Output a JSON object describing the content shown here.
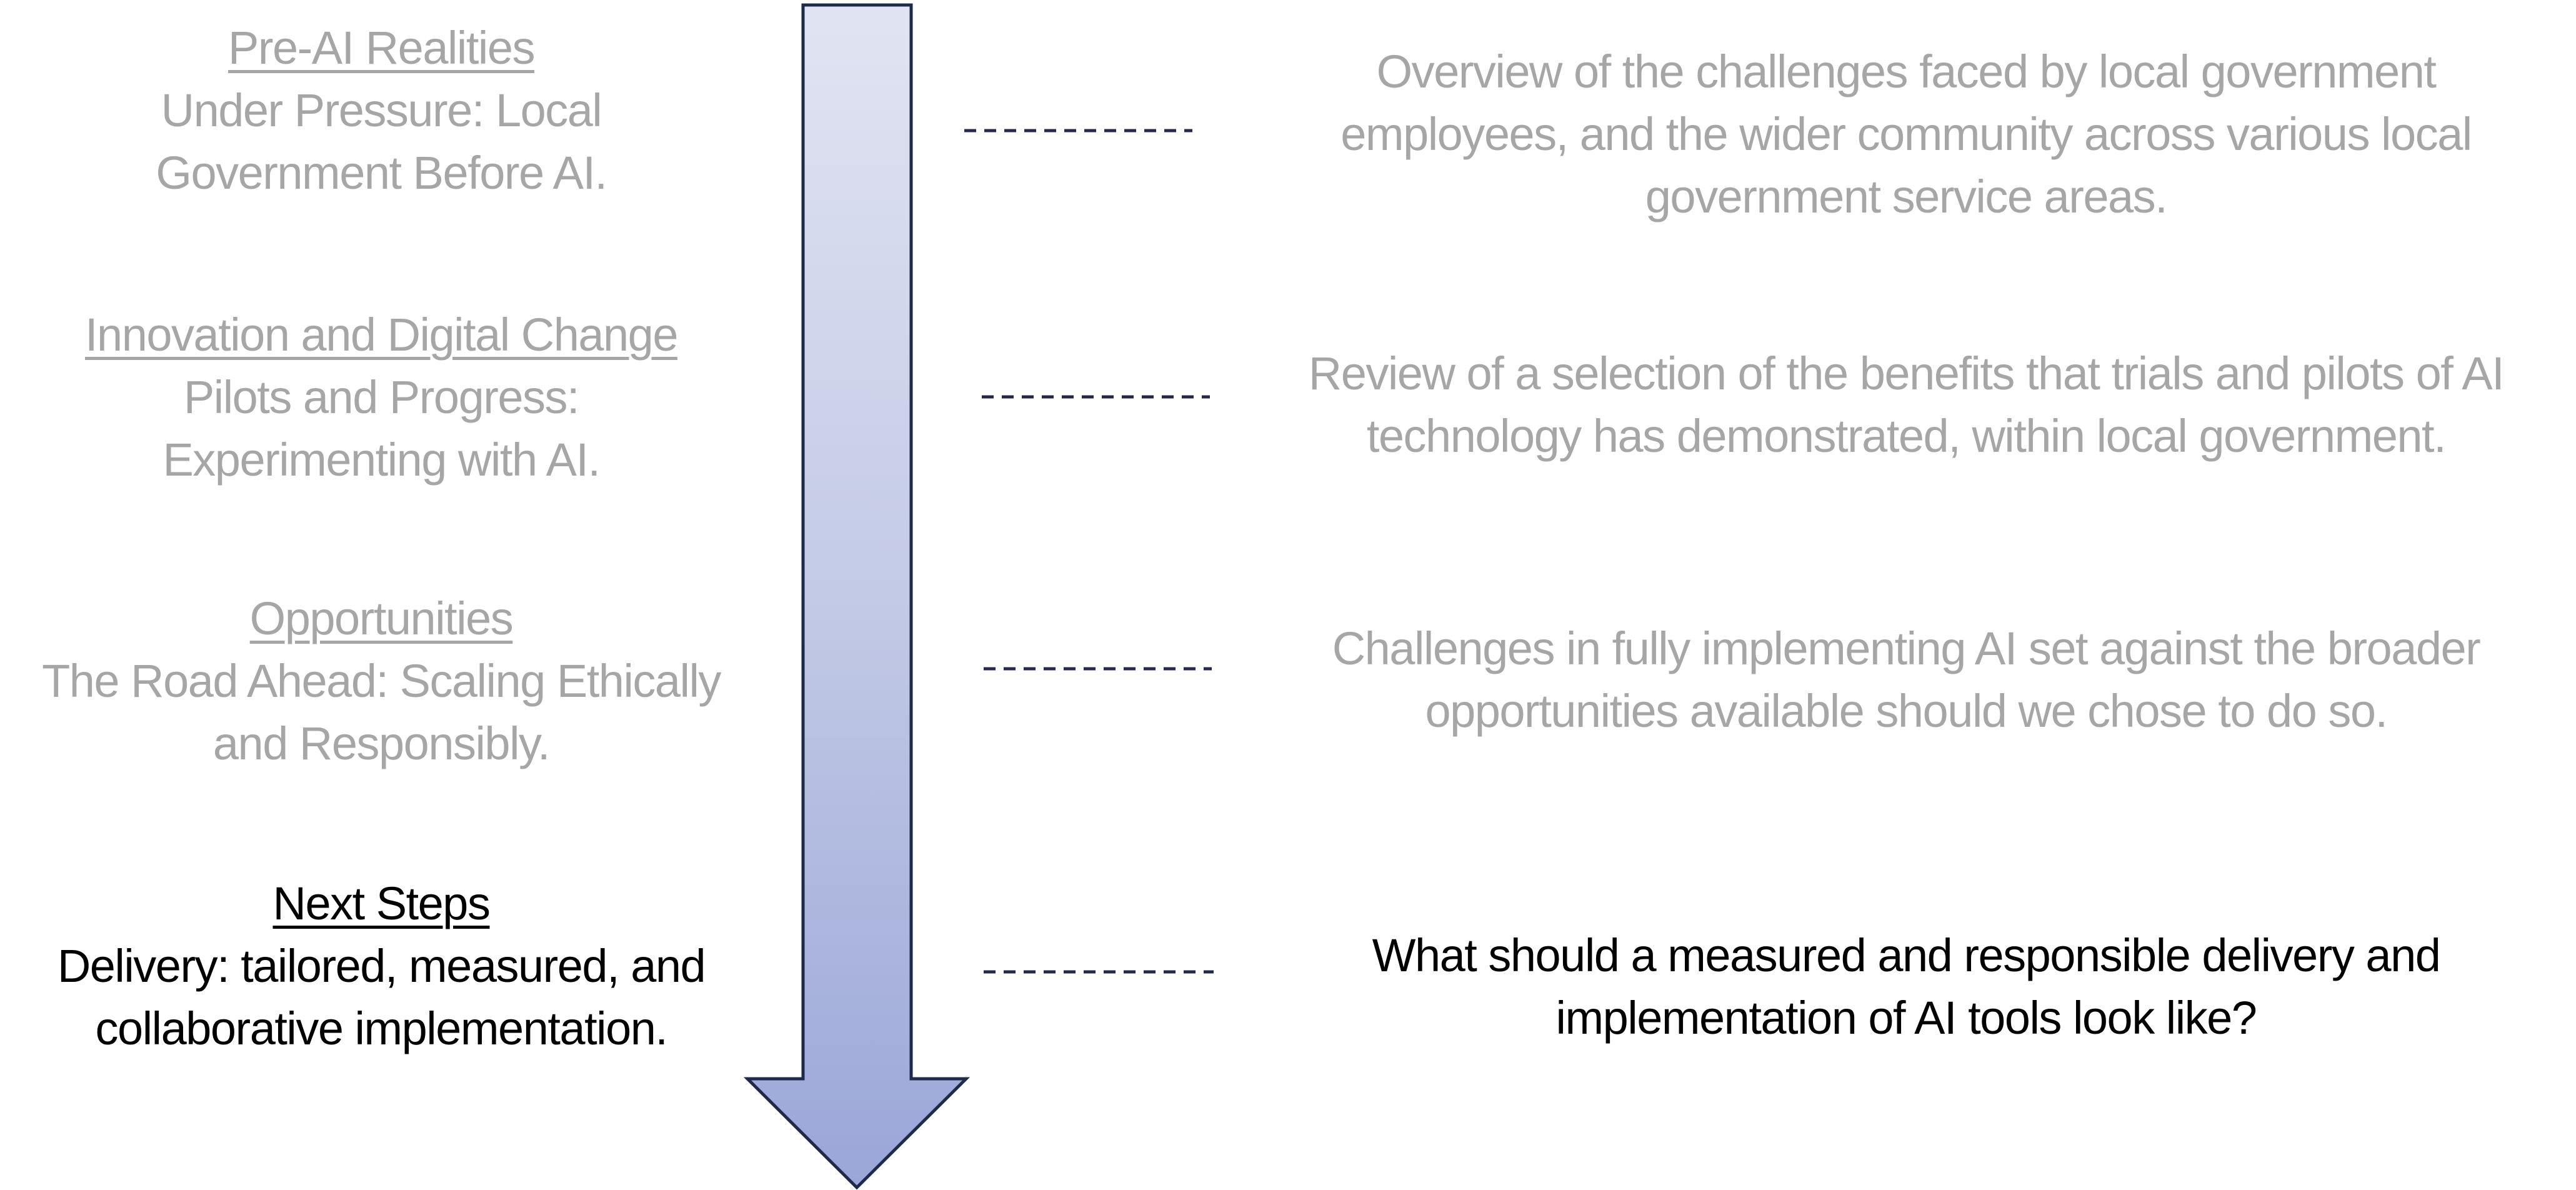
{
  "colors": {
    "muted_text": "#a6a6a6",
    "active_text": "#000000",
    "arrow_fill_top": "#e1e4f2",
    "arrow_fill_bottom": "#9aa6d8",
    "arrow_stroke": "#1e2a4a",
    "connector": "#24284f"
  },
  "timeline": {
    "arrow_icon": "down-arrow-icon",
    "stages": [
      {
        "state": "inactive",
        "heading": "Pre-AI Realities",
        "subtitle_lines": [
          "Under Pressure: Local",
          "Government Before AI."
        ],
        "description_lines": [
          "Overview of the challenges faced by local government",
          "employees, and the wider community across various local",
          "government service areas."
        ]
      },
      {
        "state": "inactive",
        "heading": "Innovation and Digital Change",
        "subtitle_lines": [
          "Pilots and Progress:",
          "Experimenting with AI."
        ],
        "description_lines": [
          "Review of a selection of the benefits that trials and pilots of AI",
          "technology has demonstrated, within local government."
        ]
      },
      {
        "state": "inactive",
        "heading": "Opportunities",
        "subtitle_lines": [
          "The Road Ahead: Scaling Ethically",
          "and Responsibly."
        ],
        "description_lines": [
          "Challenges in fully implementing AI set against the broader",
          "opportunities available should we chose to do so."
        ]
      },
      {
        "state": "active",
        "heading": "Next Steps",
        "subtitle_lines": [
          "Delivery: tailored, measured, and",
          "collaborative implementation."
        ],
        "description_lines": [
          "What should a measured and responsible delivery and",
          "implementation of AI tools look like?"
        ]
      }
    ]
  }
}
